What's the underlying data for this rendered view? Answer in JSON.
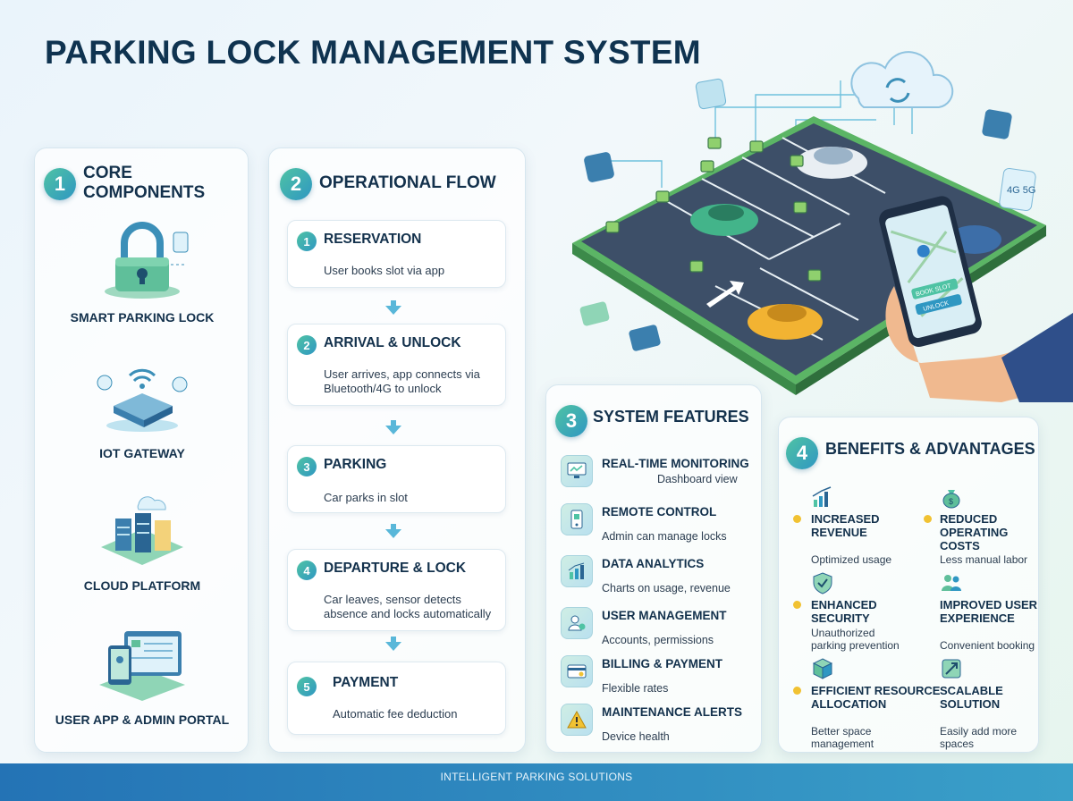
{
  "title": "PARKING LOCK MANAGEMENT SYSTEM",
  "core": {
    "number": "1",
    "title": "CORE COMPONENTS",
    "items": [
      {
        "label": "SMART PARKING LOCK",
        "icon": "padlock-icon"
      },
      {
        "label": "IOT GATEWAY",
        "icon": "router-icon"
      },
      {
        "label": "CLOUD PLATFORM",
        "icon": "server-cloud-icon"
      },
      {
        "label": "USER APP & ADMIN PORTAL",
        "icon": "phone-portal-icon"
      }
    ]
  },
  "flow": {
    "number": "2",
    "title": "OPERATIONAL FLOW",
    "steps": [
      {
        "num": "1",
        "title": "RESERVATION",
        "desc": "User books slot via app"
      },
      {
        "num": "2",
        "title": "ARRIVAL & UNLOCK",
        "desc": "User arrives, app connects via Bluetooth/4G to unlock"
      },
      {
        "num": "3",
        "title": "PARKING",
        "desc": "Car parks in slot"
      },
      {
        "num": "4",
        "title": "DEPARTURE & LOCK",
        "desc": "Car leaves, sensor detects absence and locks automatically"
      },
      {
        "num": "5",
        "title": "PAYMENT",
        "desc": "Automatic fee deduction"
      }
    ]
  },
  "features": {
    "number": "3",
    "title": "SYSTEM FEATURES",
    "items": [
      {
        "title": "REAL-TIME MONITORING",
        "desc": "Dashboard view",
        "icon": "monitor-chart-icon"
      },
      {
        "title": "REMOTE CONTROL",
        "desc": "Admin can manage locks",
        "icon": "remote-phone-icon"
      },
      {
        "title": "DATA ANALYTICS",
        "desc": "Charts on usage, revenue",
        "icon": "bar-chart-icon"
      },
      {
        "title": "USER MANAGEMENT",
        "desc": "Accounts, permissions",
        "icon": "user-gear-icon"
      },
      {
        "title": "BILLING & PAYMENT",
        "desc": "Flexible rates",
        "icon": "credit-card-icon"
      },
      {
        "title": "MAINTENANCE ALERTS",
        "desc": "Device health",
        "icon": "warning-icon"
      }
    ]
  },
  "benefits": {
    "number": "4",
    "title": "BENEFITS & ADVANTAGES",
    "items": [
      {
        "title": "INCREASED REVENUE",
        "desc": "Optimized usage",
        "icon": "growth-chart-icon"
      },
      {
        "title": "REDUCED OPERATING COSTS",
        "desc": "Less manual labor",
        "icon": "money-bag-icon"
      },
      {
        "title": "ENHANCED SECURITY",
        "desc": "Unauthorized parking prevention",
        "icon": "shield-check-icon"
      },
      {
        "title": "IMPROVED USER EXPERIENCE",
        "desc": "Convenient booking",
        "icon": "users-icon"
      },
      {
        "title": "EFFICIENT RESOURCE ALLOCATION",
        "desc": "Better space management",
        "icon": "cube-icon"
      },
      {
        "title": "SCALABLE SOLUTION",
        "desc": "Easily add more spaces",
        "icon": "expand-icon"
      }
    ]
  },
  "illustration": {
    "phone_buttons": [
      "BOOK SLOT",
      "UNLOCK"
    ],
    "signal": "4G 5G"
  },
  "footer": "INTELLIGENT PARKING SOLUTIONS",
  "colors": {
    "accent": "#2f97c2",
    "teal": "#4fc3a4",
    "dark": "#0f3350",
    "bullet": "#f1c232"
  }
}
